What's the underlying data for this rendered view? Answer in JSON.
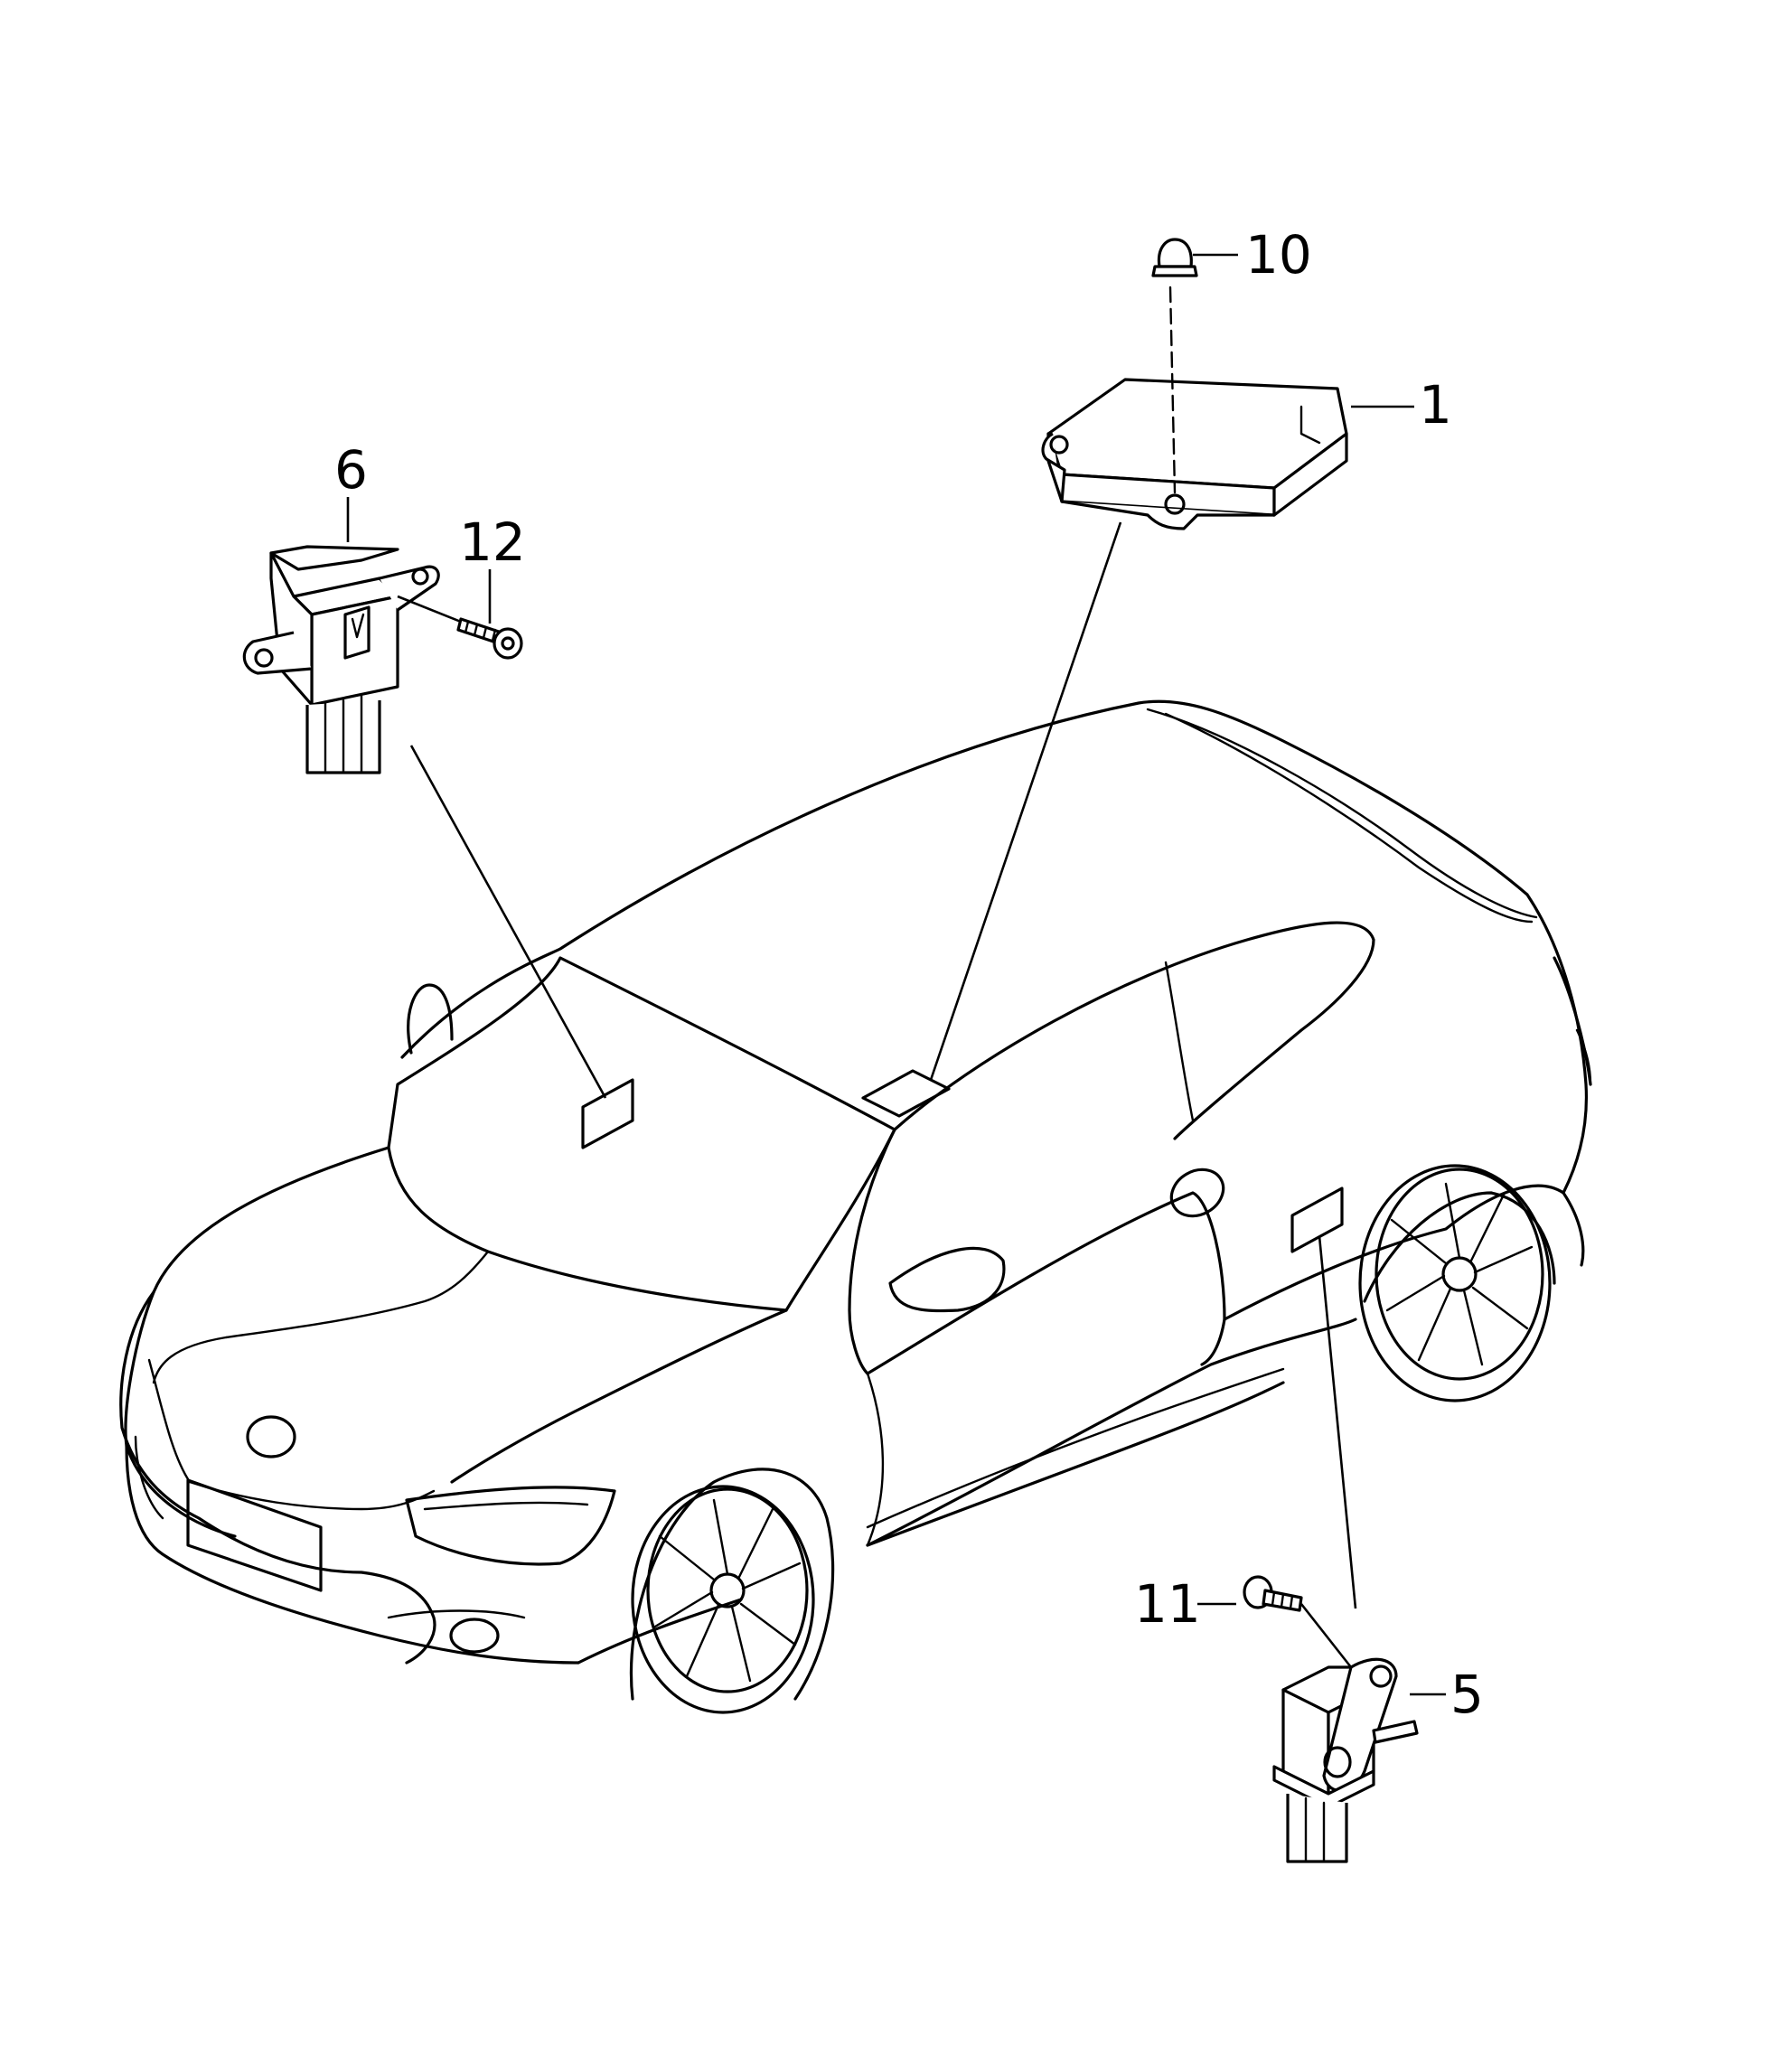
{
  "callouts": {
    "part_1": "1",
    "part_5": "5",
    "part_6": "6",
    "part_10": "10",
    "part_11": "11",
    "part_12": "12"
  }
}
